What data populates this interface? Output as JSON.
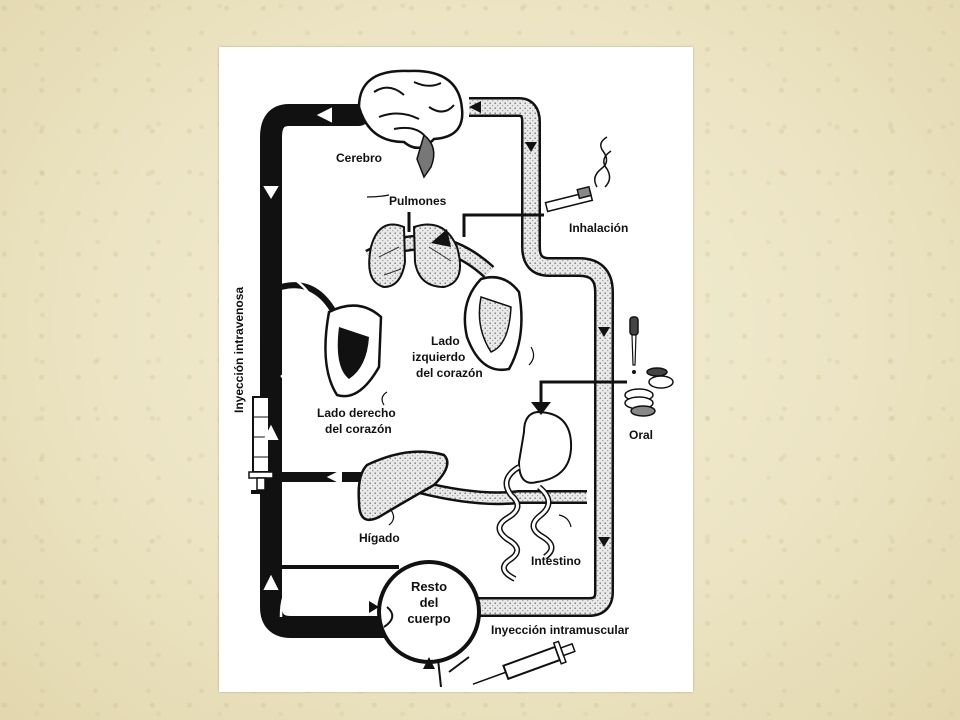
{
  "labels": {
    "brain": "Cerebro",
    "lungs": "Pulmones",
    "inhalation": "Inhalación",
    "left_heart_1": "Lado",
    "left_heart_2": "izquierdo",
    "left_heart_3": "del corazón",
    "right_heart_1": "Lado derecho",
    "right_heart_2": "del corazón",
    "oral": "Oral",
    "liver": "Hígado",
    "intestine": "Intestino",
    "rest_1": "Resto",
    "rest_2": "del",
    "rest_3": "cuerpo",
    "intramuscular": "Inyección intramuscular",
    "intravenous": "Inyección intravenosa"
  },
  "colors": {
    "background": "#ece4c3",
    "slide": "#ffffff",
    "ink": "#111111",
    "stipple": "#9a9a9a"
  }
}
